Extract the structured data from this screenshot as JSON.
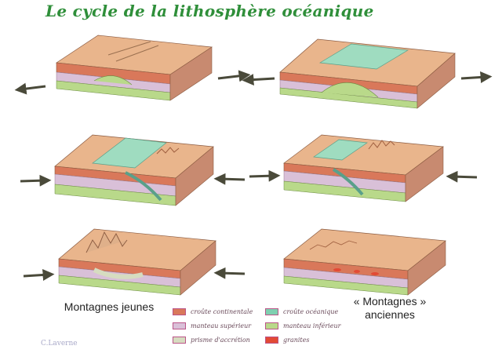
{
  "title": "Le cycle de la lithosphère océanique",
  "captions": {
    "left": "Montagnes jeunes",
    "right_line1": "« Montagnes »",
    "right_line2": "anciennes"
  },
  "legend": [
    {
      "label": "croûte continentale",
      "color": "#d9785a"
    },
    {
      "label": "croûte océanique",
      "color": "#7fcfb0"
    },
    {
      "label": "manteau supérieur",
      "color": "#d9c0d8"
    },
    {
      "label": "manteau inférieur",
      "color": "#b9d98a"
    },
    {
      "label": "prisme d'accrétion",
      "color": "#d6dcc0"
    },
    {
      "label": "granites",
      "color": "#e24a35"
    }
  ],
  "signature": "C.Laverne",
  "colors": {
    "continental_top": "#e9b58c",
    "continental_front": "#d9785a",
    "oceanic": "#7fcfb0",
    "upper_mantle": "#d9c0d8",
    "lower_mantle": "#b9d98a",
    "arrow": "#4a4a3a",
    "title": "#2f8f3a"
  }
}
